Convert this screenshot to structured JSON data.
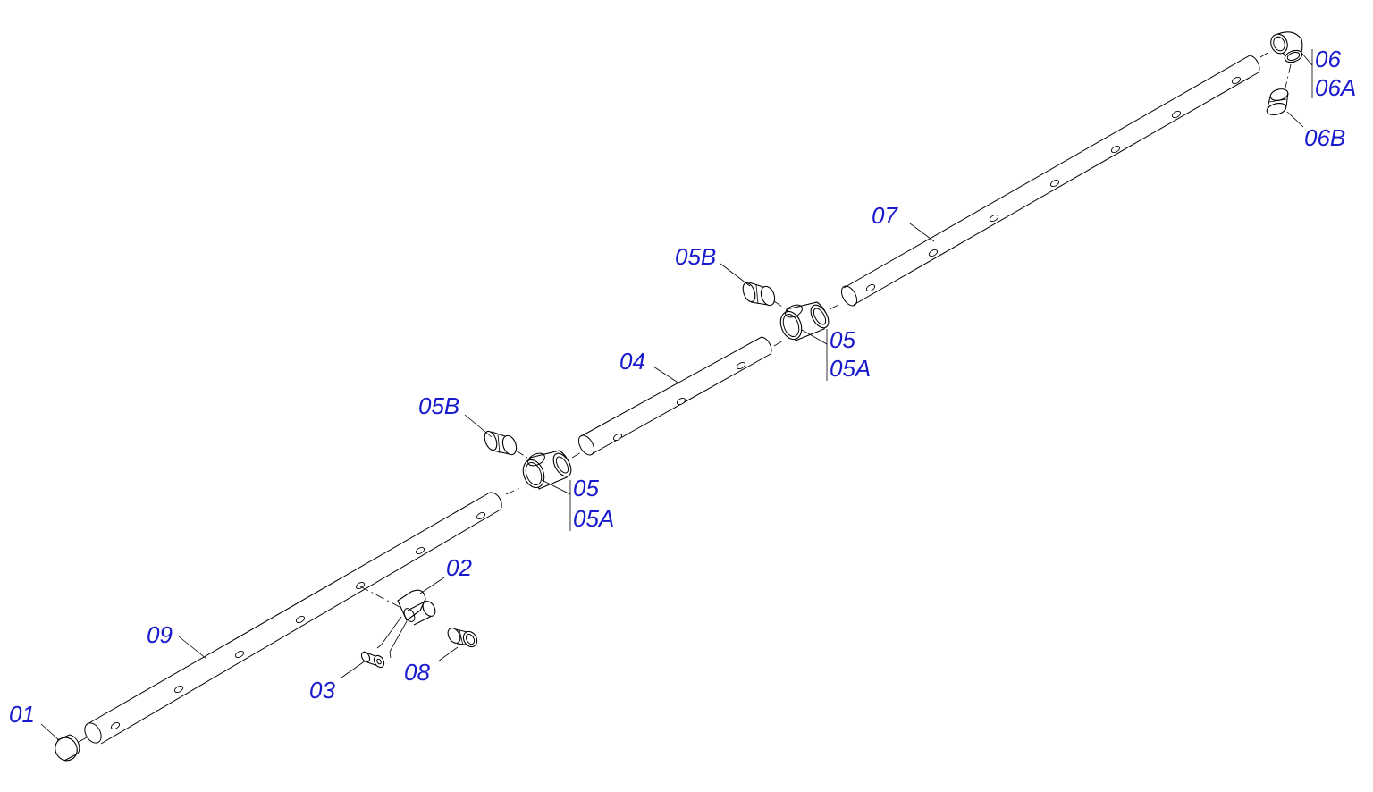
{
  "labels": {
    "p01": "01",
    "p02": "02",
    "p03": "03",
    "p04": "04",
    "p05_left": "05",
    "p05a_left": "05A",
    "p05b_left": "05B",
    "p05_right": "05",
    "p05a_right": "05A",
    "p05b_right": "05B",
    "p06": "06",
    "p06a": "06A",
    "p06b": "06B",
    "p07": "07",
    "p08": "08",
    "p09": "09"
  },
  "colors": {
    "label": "#1a1acd",
    "line": "#000000",
    "background": "#ffffff"
  }
}
